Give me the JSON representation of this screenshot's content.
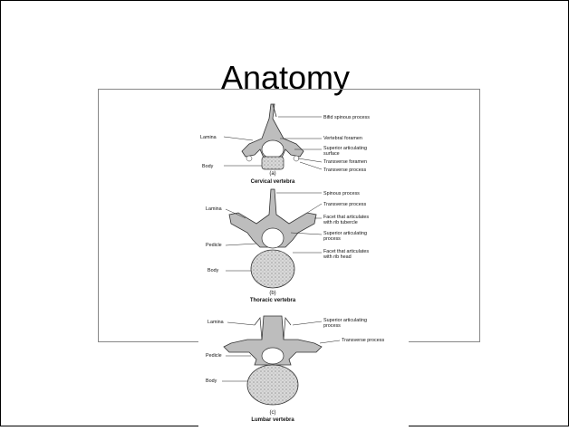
{
  "slide": {
    "title": "Anatomy"
  },
  "figure": {
    "cervical": {
      "sub": "(a)",
      "caption": "Cervical vertebra",
      "left_labels": [
        "Lamina",
        "Body"
      ],
      "right_labels": [
        "Bifid spinous process",
        "Vertebral foramen",
        "Superior articulating",
        "surface",
        "Transverse foramen",
        "Transverse process"
      ]
    },
    "thoracic": {
      "sub": "(b)",
      "caption": "Thoracic vertebra",
      "left_labels": [
        "Lamina",
        "Pedicle",
        "Body"
      ],
      "right_labels": [
        "Spinous process",
        "Transverse process",
        "Facet that articulates",
        "with rib tubercle",
        "Superior articulating",
        "process",
        "Facet that articulates",
        "with rib head"
      ]
    },
    "lumbar": {
      "sub": "(c)",
      "caption": "Lumbar vertebra",
      "left_labels": [
        "Lamina",
        "Pedicle",
        "Body"
      ],
      "right_labels": [
        "Superior articulating",
        "process",
        "Transverse process"
      ]
    }
  }
}
